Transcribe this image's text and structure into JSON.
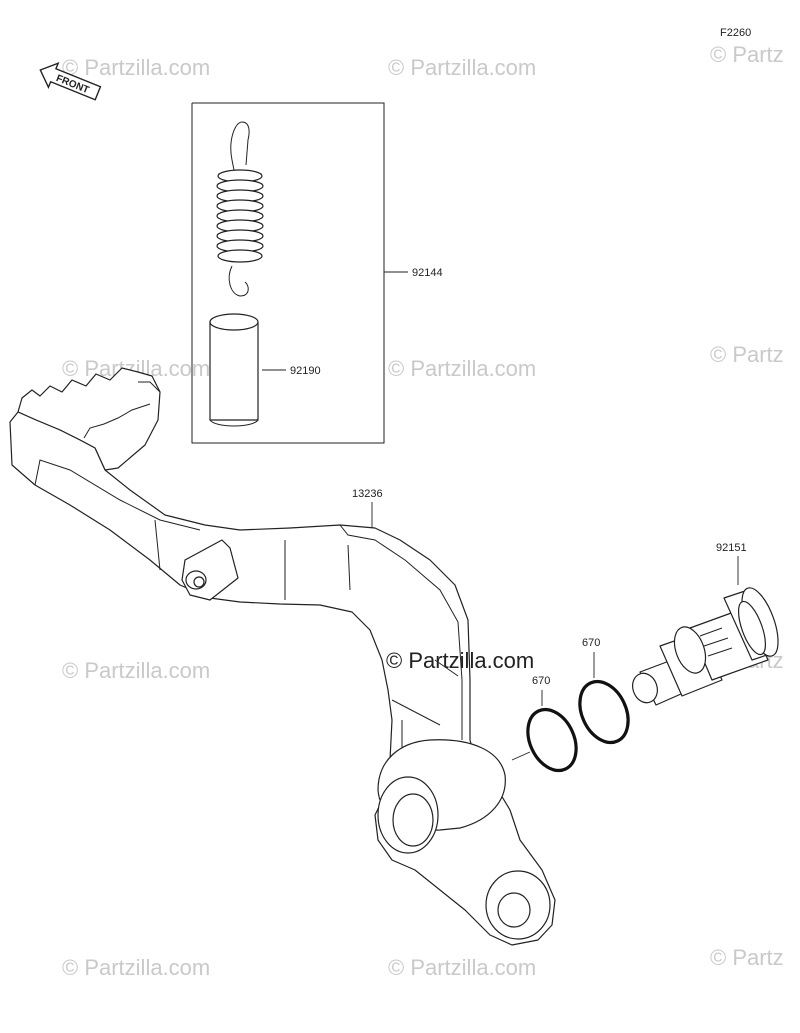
{
  "figure_code": "F2260",
  "front_label": "FRONT",
  "watermark": "© Partzilla.com",
  "watermark_short": "© Partz",
  "parts": [
    {
      "number": "92144",
      "name_hint": "spring"
    },
    {
      "number": "92190",
      "name_hint": "collar"
    },
    {
      "number": "13236",
      "name_hint": "brake pedal"
    },
    {
      "number": "670",
      "name_hint": "o-ring"
    },
    {
      "number": "670",
      "name_hint": "o-ring"
    },
    {
      "number": "92151",
      "name_hint": "bolt"
    }
  ],
  "colors": {
    "line": "#222222",
    "watermark": "#c9c9c9",
    "background": "#ffffff"
  }
}
